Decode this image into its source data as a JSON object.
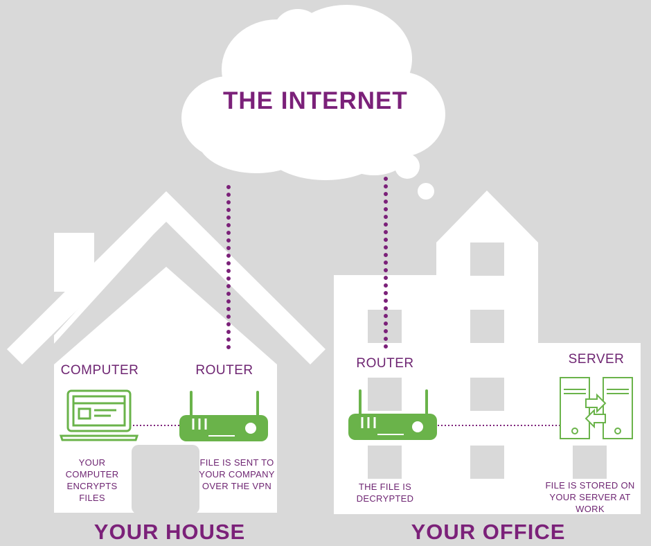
{
  "title": "THE INTERNET",
  "house": {
    "label": "YOUR HOUSE",
    "computer_label": "COMPUTER",
    "computer_caption": "YOUR COMPUTER ENCRYPTS FILES",
    "router_label": "ROUTER",
    "router_caption": "FILE IS SENT TO YOUR COMPANY OVER THE VPN"
  },
  "office": {
    "label": "YOUR OFFICE",
    "router_label": "ROUTER",
    "router_caption": "THE FILE IS DECRYPTED",
    "server_label": "SERVER",
    "server_caption": "FILE IS STORED ON YOUR SERVER AT WORK"
  },
  "colors": {
    "background": "#d9d9d9",
    "building": "#ffffff",
    "accent_purple": "#7b2179",
    "device_green": "#6ab34a"
  }
}
